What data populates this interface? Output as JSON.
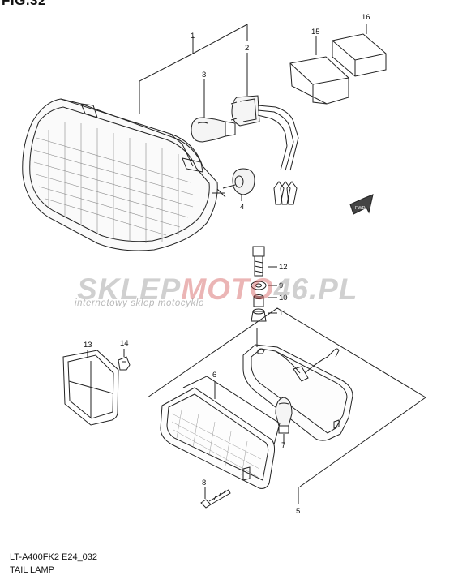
{
  "figure": {
    "title": "FIG.32",
    "model_code": "LT-A400FK2 E24_032",
    "name": "TAIL LAMP"
  },
  "watermark": {
    "text_part1": "SKLEP",
    "text_part2": "MOTO",
    "text_part3": "46",
    "text_part4": ".PL",
    "subtext": "internetowy sklep motocyklo"
  },
  "callouts": {
    "p1": "1",
    "p2": "2",
    "p3": "3",
    "p4": "4",
    "p5": "5",
    "p6": "6",
    "p7": "7",
    "p8": "8",
    "p9": "9",
    "p10": "10",
    "p11": "11",
    "p12": "12",
    "p13": "13",
    "p14": "14",
    "p15": "15",
    "p16": "16"
  },
  "fwd_icon": "forward-arrow-icon"
}
